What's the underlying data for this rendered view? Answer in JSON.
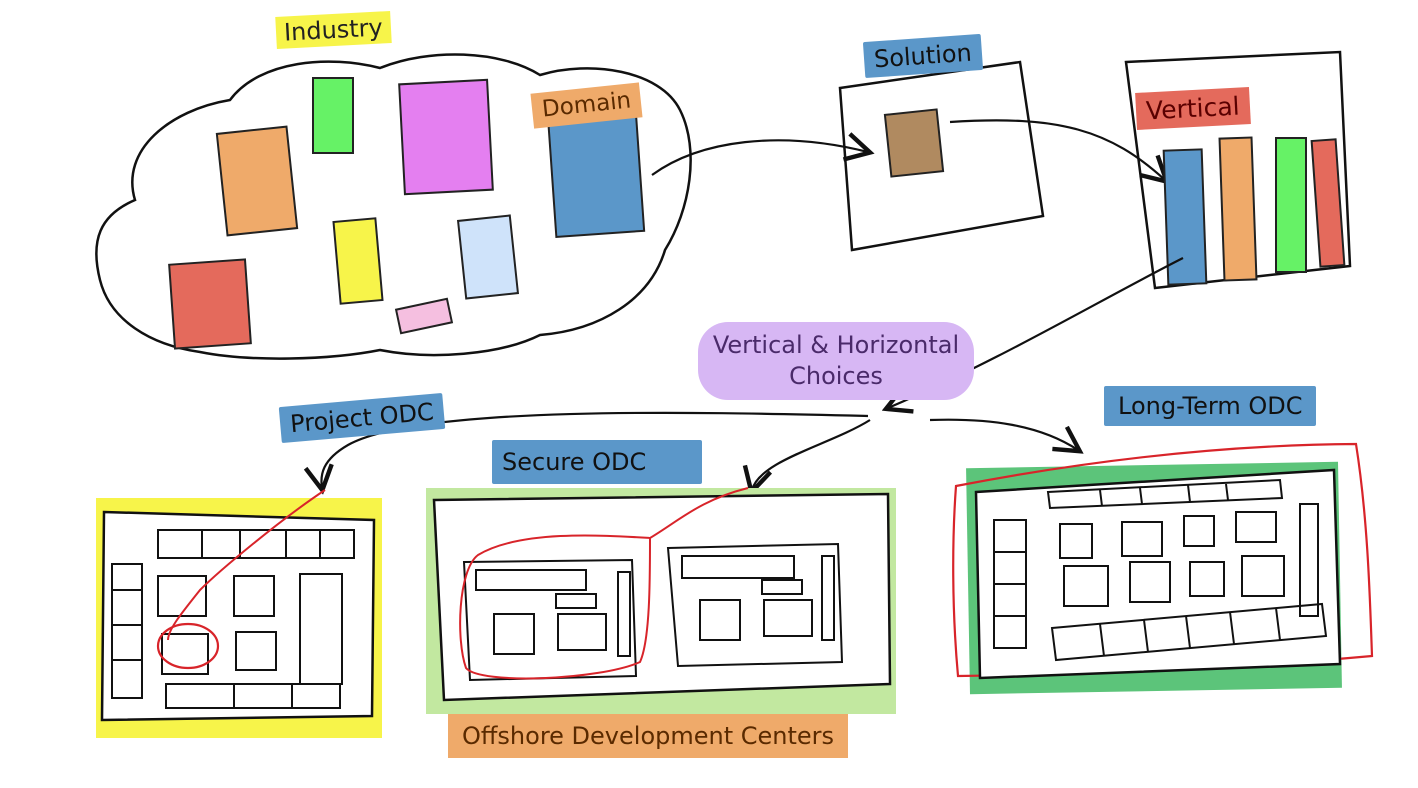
{
  "labels": {
    "industry": "Industry",
    "domain": "Domain",
    "solution": "Solution",
    "vertical": "Vertical",
    "choices": "Vertical & Horizontal Choices",
    "project_odc": "Project ODC",
    "secure_odc": "Secure ODC",
    "long_term_odc": "Long-Term ODC",
    "odc_footer": "Offshore Development Centers"
  },
  "colors": {
    "orange": "#efaa6a",
    "green": "#66f266",
    "magenta": "#e47ff0",
    "blue": "#5b97c9",
    "red": "#e46a5c",
    "yellow": "#f7f44a",
    "light_blue": "#cfe3fa",
    "pink": "#f5bfe0",
    "brown": "#b08a60",
    "lime": "#c2e8a0",
    "dark_green": "#5cc47a",
    "stroke": "#111111",
    "red_stroke": "#d8242a"
  }
}
